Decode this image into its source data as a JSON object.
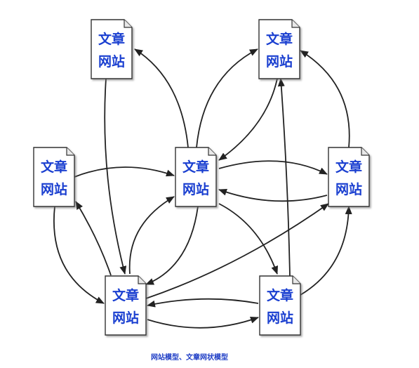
{
  "diagram": {
    "caption": "网站模型、文章网状模型",
    "node_label_line1": "文章",
    "node_label_line2": "网站",
    "nodes": [
      {
        "id": "top-left"
      },
      {
        "id": "top-right"
      },
      {
        "id": "mid-left"
      },
      {
        "id": "center"
      },
      {
        "id": "mid-right"
      },
      {
        "id": "bottom-left"
      },
      {
        "id": "bottom-right"
      }
    ],
    "edges": [
      {
        "from": "center",
        "to": "top-left"
      },
      {
        "from": "top-left",
        "to": "bottom-left"
      },
      {
        "from": "center",
        "to": "top-right"
      },
      {
        "from": "top-right",
        "to": "center"
      },
      {
        "from": "mid-right",
        "to": "top-right"
      },
      {
        "from": "mid-left",
        "to": "center"
      },
      {
        "from": "center",
        "to": "mid-right"
      },
      {
        "from": "mid-right",
        "to": "center"
      },
      {
        "from": "mid-left",
        "to": "bottom-left"
      },
      {
        "from": "bottom-left",
        "to": "mid-left"
      },
      {
        "from": "bottom-left",
        "to": "center"
      },
      {
        "from": "center",
        "to": "bottom-left"
      },
      {
        "from": "center",
        "to": "bottom-right"
      },
      {
        "from": "bottom-right",
        "to": "top-right"
      },
      {
        "from": "bottom-left",
        "to": "mid-right"
      },
      {
        "from": "bottom-right",
        "to": "bottom-left"
      },
      {
        "from": "bottom-left",
        "to": "bottom-right"
      },
      {
        "from": "bottom-right",
        "to": "mid-right"
      }
    ]
  }
}
